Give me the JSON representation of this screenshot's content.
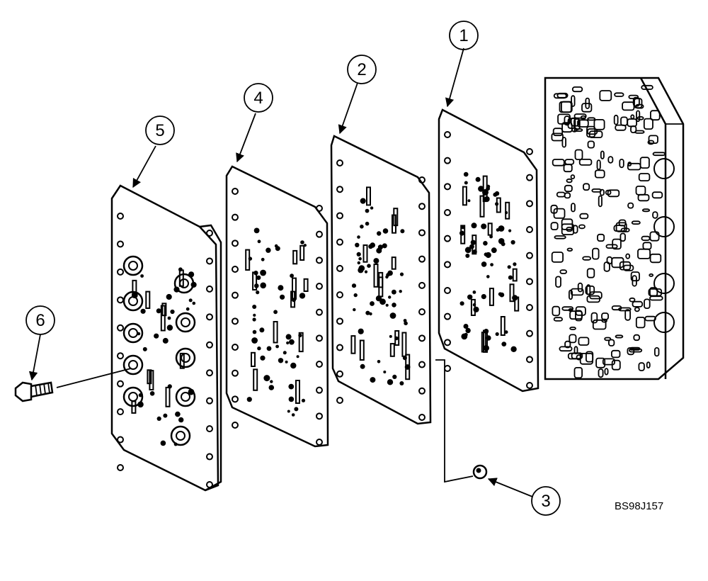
{
  "callouts": [
    {
      "id": "1",
      "label": "1"
    },
    {
      "id": "2",
      "label": "2"
    },
    {
      "id": "3",
      "label": "3"
    },
    {
      "id": "4",
      "label": "4"
    },
    {
      "id": "5",
      "label": "5"
    },
    {
      "id": "6",
      "label": "6"
    }
  ],
  "figure_code": "BS98J157"
}
